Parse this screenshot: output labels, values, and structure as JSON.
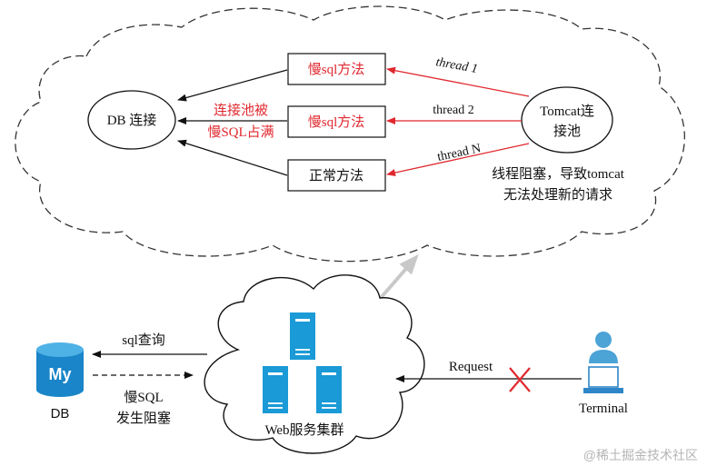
{
  "colors": {
    "red": "#e0282f",
    "server_blue": "#1a9ad6",
    "db_blue": "#1a85c8",
    "grey_arrow": "#c8c8c8",
    "ink": "#111111"
  },
  "top_cloud": {
    "db_node": "DB 连接",
    "methods": {
      "slow1": "慢sql方法",
      "slow2": "慢sql方法",
      "normal": "正常方法"
    },
    "pool_note_line1": "连接池被",
    "pool_note_line2": "慢SQL占满",
    "threads": {
      "t1": "thread 1",
      "t2": "thread 2",
      "tn": "thread N"
    },
    "tomcat_line1": "Tomcat连",
    "tomcat_line2": "接池",
    "blocked_line1": "线程阻塞，导致tomcat",
    "blocked_line2": "无法处理新的请求"
  },
  "bottom": {
    "db_logo_text": "My",
    "db_label": "DB",
    "sql_query": "sql查询",
    "slow_sql_line1": "慢SQL",
    "slow_sql_line2": "发生阻塞",
    "cluster_label": "Web服务集群",
    "request_label": "Request",
    "terminal_label": "Terminal"
  },
  "watermark": "@稀土掘金技术社区"
}
